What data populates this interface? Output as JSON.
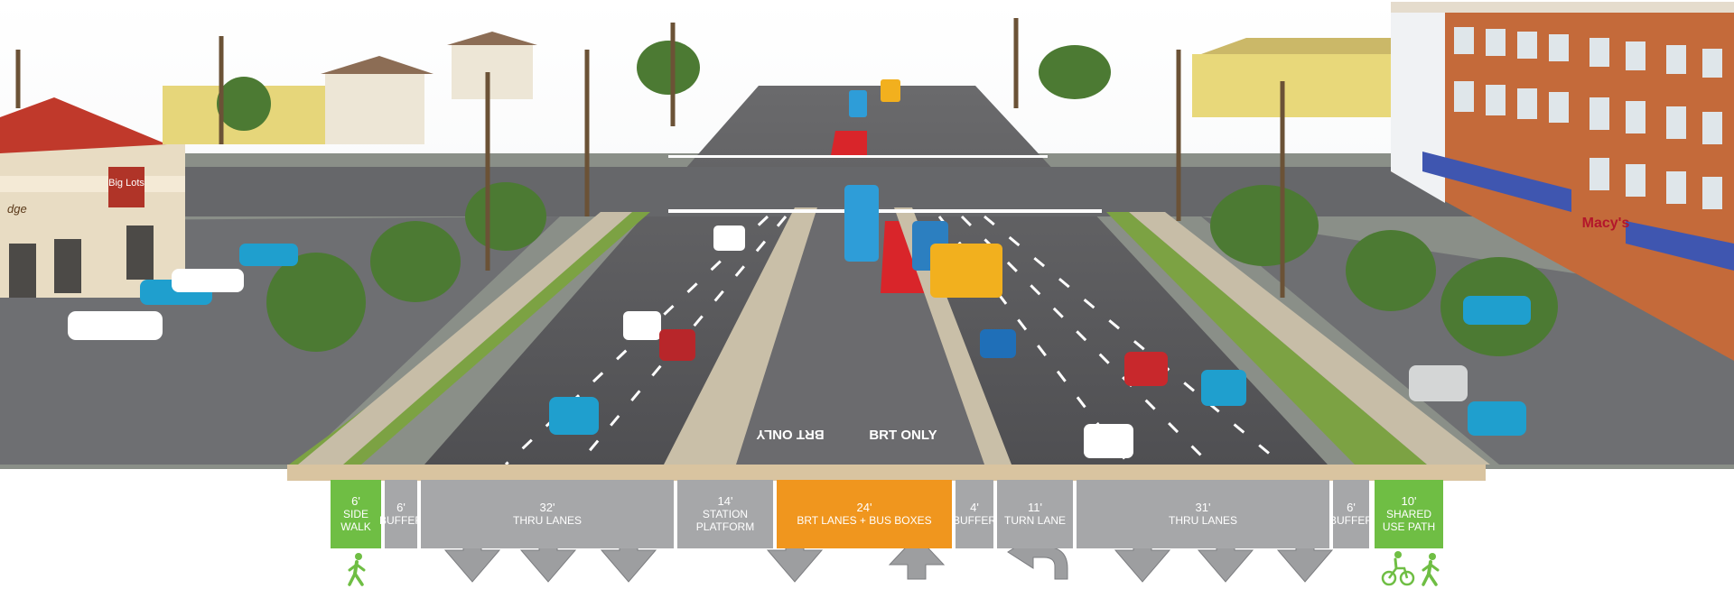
{
  "colors": {
    "lane_gray": "#a6a7a9",
    "sidewalk_green": "#6fbe44",
    "brt_orange": "#f0961e",
    "bus_lane_red": "#d9252a",
    "asphalt": "#5f5f61",
    "arrow_gray": "#9d9ea0"
  },
  "signs": {
    "left_store": "Big Lots",
    "left_store_partial": "dge",
    "right_store": "Macy's"
  },
  "pavement_markings": {
    "brt_only": "BRT ONLY"
  },
  "cross_section": [
    {
      "id": "sidewalk",
      "dim": "6'",
      "label": "SIDE WALK",
      "color": "green",
      "icons": [
        "pedestrian-icon"
      ]
    },
    {
      "id": "buffer-left",
      "dim": "6'",
      "label": "BUFFER",
      "color": "gray"
    },
    {
      "id": "thru-lanes-left",
      "dim": "32'",
      "label": "THRU LANES",
      "color": "gray",
      "arrows": [
        "down",
        "down",
        "down"
      ]
    },
    {
      "id": "station-platform",
      "dim": "14'",
      "label": "STATION PLATFORM",
      "color": "gray"
    },
    {
      "id": "brt-lanes",
      "dim": "24'",
      "label": "BRT LANES + BUS BOXES",
      "color": "orange",
      "arrows": [
        "down",
        "up"
      ]
    },
    {
      "id": "buffer-center",
      "dim": "4'",
      "label": "BUFFER",
      "color": "gray"
    },
    {
      "id": "turn-lane",
      "dim": "11'",
      "label": "TURN LANE",
      "color": "gray",
      "arrows": [
        "left-turn"
      ]
    },
    {
      "id": "thru-lanes-right",
      "dim": "31'",
      "label": "THRU LANES",
      "color": "gray",
      "arrows": [
        "down",
        "down",
        "down"
      ]
    },
    {
      "id": "buffer-right",
      "dim": "6'",
      "label": "BUFFER",
      "color": "gray"
    },
    {
      "id": "shared-use-path",
      "dim": "10'",
      "label": "SHARED USE PATH",
      "color": "green",
      "icons": [
        "bicycle-icon",
        "pedestrian-icon"
      ]
    }
  ]
}
